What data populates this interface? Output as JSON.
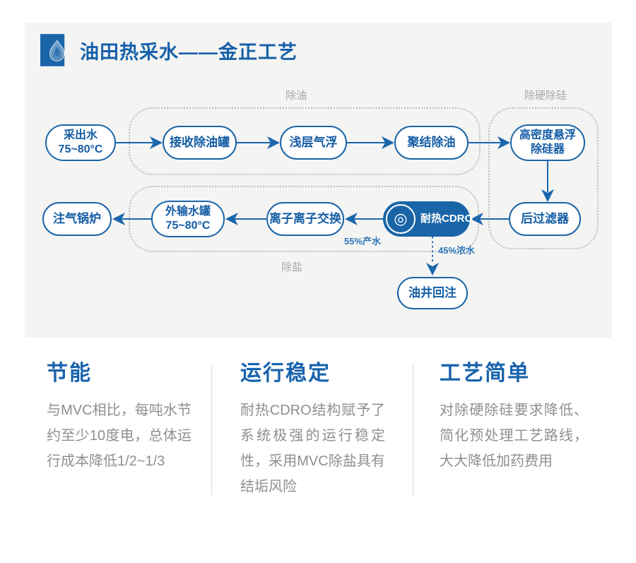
{
  "colors": {
    "primary_blue": "#1a65a8",
    "title_blue": "#1660aa",
    "panel_bg": "#f4f4f3",
    "group_label_gray": "#a7a7a7",
    "body_text_gray": "#8f8f8f"
  },
  "header": {
    "title": "油田热采水——金正工艺"
  },
  "diagram": {
    "group_labels": {
      "deoil": "除油",
      "dehard": "除硬除硅",
      "desalt": "除盐"
    },
    "nodes": {
      "produced_water": {
        "line1": "采出水",
        "line2": "75~80°C"
      },
      "receiving_tank": {
        "label": "接收除油罐"
      },
      "shallow_daf": {
        "label": "浅层气浮"
      },
      "coalescing_deoil": {
        "label": "聚结除油"
      },
      "silica_remover": {
        "line1": "高密度悬浮",
        "line2": "除硅器"
      },
      "post_filter": {
        "label": "后过滤器"
      },
      "cdro": {
        "label": "耐热CDRO",
        "icon": "◎"
      },
      "ion_exchange": {
        "label": "离子离子交换"
      },
      "export_tank": {
        "line1": "外输水罐",
        "line2": "75~80°C"
      },
      "gas_boiler": {
        "label": "注气锅炉"
      },
      "well_reinjection": {
        "label": "油井回注"
      }
    },
    "flow_labels": {
      "product_water": "55%产水",
      "concentrate": "45%浓水"
    }
  },
  "features": [
    {
      "title": "节能",
      "body": "与MVC相比，每吨水节约至少10度电，总体运行成本降低1/2~1/3"
    },
    {
      "title": "运行稳定",
      "body": "耐热CDRO结构赋予了系统极强的运行稳定性，采用MVC除盐具有结垢风险"
    },
    {
      "title": "工艺简单",
      "body": "对除硬除硅要求降低、简化预处理工艺路线，大大降低加药费用"
    }
  ]
}
